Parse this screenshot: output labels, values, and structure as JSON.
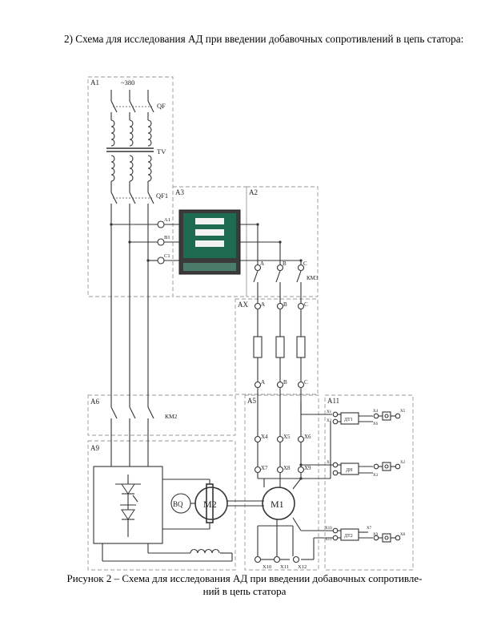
{
  "heading": "2) Схема для исследования АД при введении добавочных сопротивлений в цепь статора:",
  "caption_line1": "Рисунок 2 – Схема для исследования АД при введении добавочных сопротивле-",
  "caption_line2": "ний в цепь статора",
  "blocks": {
    "a1": "A1",
    "a2": "A2",
    "a3": "A3",
    "ax": "AX",
    "a5": "A5",
    "a6": "A6",
    "a9": "A9",
    "a11": "A11"
  },
  "labels": {
    "supply": "~380",
    "qf": "QF",
    "tv": "TV",
    "qf1": "QF1",
    "km2": "КМ2",
    "km3": "КМ3",
    "a1_term": "A1",
    "b1_term": "B1",
    "c1_term": "C1",
    "phase_a": "A",
    "phase_b": "B",
    "phase_c": "C",
    "x1": "X1",
    "x2": "X2",
    "x3": "X3",
    "x4": "X4",
    "x5": "X5",
    "x6": "X6",
    "x7": "X7",
    "x8": "X8",
    "x9": "X9",
    "x10": "X10",
    "x11": "X11",
    "x12": "X12",
    "dt1": "ДТ1",
    "dn": "ДН",
    "dt2": "ДТ2",
    "bq": "BQ",
    "m1": "M1",
    "m2": "M2"
  }
}
